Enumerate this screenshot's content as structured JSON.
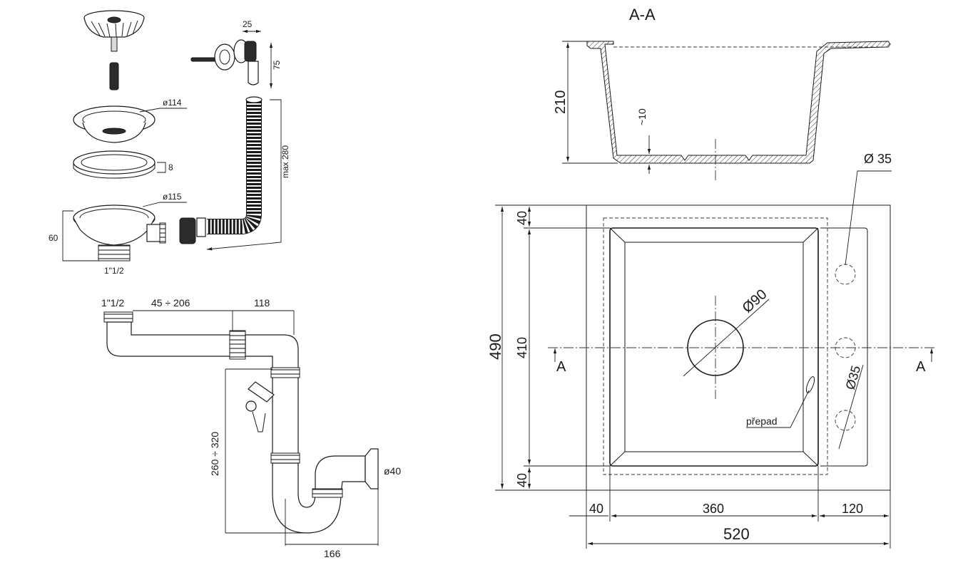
{
  "section": {
    "title": "A-A",
    "depth": "210",
    "wall": "~10"
  },
  "plan": {
    "width_total": "520",
    "width_left": "40",
    "width_bowl": "360",
    "width_right": "120",
    "depth_total": "490",
    "depth_inner": "410",
    "depth_top": "40",
    "depth_bottom": "40",
    "drain_dia": "Ø90",
    "hole_dia_top": "Ø 35",
    "hole_dia_side": "Ø35",
    "overflow_label": "přepad",
    "section_mark_left": "A",
    "section_mark_right": "A"
  },
  "kit": {
    "flange_dia": "ø114",
    "gasket_thickness": "8",
    "body_dia": "ø115",
    "body_height": "60",
    "thread": "1\"1/2",
    "overflow_width": "25",
    "overflow_height": "75",
    "hose_length": "max 280"
  },
  "siphon": {
    "thread": "1\"1/2",
    "arm_range": "45 ÷ 206",
    "arm_offset": "118",
    "height_range": "260 ÷ 320",
    "outlet_dia": "ø40",
    "depth": "166"
  },
  "colors": {
    "line": "#1a1a1a",
    "background": "#ffffff"
  }
}
